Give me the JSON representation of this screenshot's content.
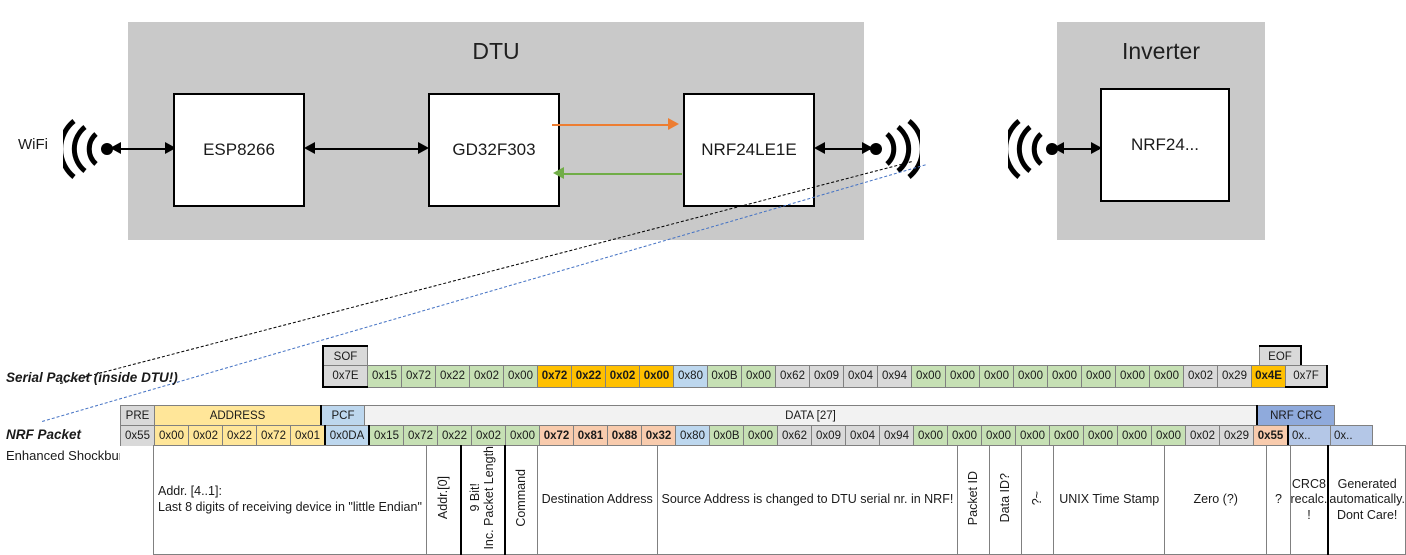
{
  "diagram": {
    "dtu": {
      "title": "DTU",
      "chips": [
        "ESP8266",
        "GD32F303",
        "NRF24LE1E"
      ],
      "wifi_label": "WiFi"
    },
    "inverter": {
      "title": "Inverter",
      "chips": [
        "NRF24..."
      ]
    },
    "colors": {
      "enclosure": "#c9c9c9",
      "tx_arrow": "#ED7D31",
      "rx_arrow": "#70AD47",
      "callout_black": "#000000",
      "callout_blue": "#4472C4"
    }
  },
  "serial_packet": {
    "label": "Serial Packet (inside DTU!)",
    "sof_header": "SOF",
    "eof_header": "EOF",
    "sof_value": "0x7E",
    "eof_value": "0x7F",
    "bytes": [
      {
        "v": "0x15",
        "c": "c-green"
      },
      {
        "v": "0x72",
        "c": "c-green"
      },
      {
        "v": "0x22",
        "c": "c-green"
      },
      {
        "v": "0x02",
        "c": "c-green"
      },
      {
        "v": "0x00",
        "c": "c-green"
      },
      {
        "v": "0x72",
        "c": "c-orange"
      },
      {
        "v": "0x22",
        "c": "c-orange"
      },
      {
        "v": "0x02",
        "c": "c-orange"
      },
      {
        "v": "0x00",
        "c": "c-orange"
      },
      {
        "v": "0x80",
        "c": "c-blue"
      },
      {
        "v": "0x0B",
        "c": "c-green"
      },
      {
        "v": "0x00",
        "c": "c-green"
      },
      {
        "v": "0x62",
        "c": "c-gray"
      },
      {
        "v": "0x09",
        "c": "c-gray"
      },
      {
        "v": "0x04",
        "c": "c-gray"
      },
      {
        "v": "0x94",
        "c": "c-gray"
      },
      {
        "v": "0x00",
        "c": "c-green"
      },
      {
        "v": "0x00",
        "c": "c-green"
      },
      {
        "v": "0x00",
        "c": "c-green"
      },
      {
        "v": "0x00",
        "c": "c-green"
      },
      {
        "v": "0x00",
        "c": "c-green"
      },
      {
        "v": "0x00",
        "c": "c-green"
      },
      {
        "v": "0x00",
        "c": "c-green"
      },
      {
        "v": "0x00",
        "c": "c-green"
      },
      {
        "v": "0x02",
        "c": "c-gray"
      },
      {
        "v": "0x29",
        "c": "c-gray"
      },
      {
        "v": "0x4E",
        "c": "c-orange"
      }
    ]
  },
  "nrf_packet": {
    "label": "NRF Packet",
    "sublabel": "Enhanced Shockburst",
    "headers": {
      "pre": "PRE",
      "address": "ADDRESS",
      "pcf": "PCF",
      "data": "DATA [27]",
      "crc": "NRF CRC"
    },
    "pre_value": "0x55",
    "address_values": [
      "0x00",
      "0x02",
      "0x22",
      "0x72",
      "0x01"
    ],
    "pcf_value": "0x0DA",
    "bytes": [
      {
        "v": "0x15",
        "c": "c-green"
      },
      {
        "v": "0x72",
        "c": "c-green"
      },
      {
        "v": "0x22",
        "c": "c-green"
      },
      {
        "v": "0x02",
        "c": "c-green"
      },
      {
        "v": "0x00",
        "c": "c-green"
      },
      {
        "v": "0x72",
        "c": "c-salmon"
      },
      {
        "v": "0x81",
        "c": "c-salmon"
      },
      {
        "v": "0x88",
        "c": "c-salmon"
      },
      {
        "v": "0x32",
        "c": "c-salmon"
      },
      {
        "v": "0x80",
        "c": "c-blue"
      },
      {
        "v": "0x0B",
        "c": "c-green"
      },
      {
        "v": "0x00",
        "c": "c-green"
      },
      {
        "v": "0x62",
        "c": "c-gray"
      },
      {
        "v": "0x09",
        "c": "c-gray"
      },
      {
        "v": "0x04",
        "c": "c-gray"
      },
      {
        "v": "0x94",
        "c": "c-gray"
      },
      {
        "v": "0x00",
        "c": "c-green"
      },
      {
        "v": "0x00",
        "c": "c-green"
      },
      {
        "v": "0x00",
        "c": "c-green"
      },
      {
        "v": "0x00",
        "c": "c-green"
      },
      {
        "v": "0x00",
        "c": "c-green"
      },
      {
        "v": "0x00",
        "c": "c-green"
      },
      {
        "v": "0x00",
        "c": "c-green"
      },
      {
        "v": "0x00",
        "c": "c-green"
      },
      {
        "v": "0x02",
        "c": "c-gray"
      },
      {
        "v": "0x29",
        "c": "c-gray"
      },
      {
        "v": "0x55",
        "c": "c-salmon"
      }
    ],
    "crc_values": [
      "0x..",
      "0x.."
    ],
    "descriptions": {
      "address": "Addr. [4..1]:\nLast 8 digits of receiving device in \"little Endian\"",
      "addr0": "Addr.[0]",
      "pcf": "9 Bit!\nInc. Packet Length",
      "command": "Command",
      "destination": "Destination Address",
      "source": "Source Address is changed to DTU serial nr. in NRF!",
      "packet_id": "Packet ID",
      "data_id": "Data ID?",
      "tilde": "?~",
      "unix": "UNIX Time Stamp",
      "zero": "Zero (?)",
      "question": "?",
      "crc8": "CRC8 recalc. !",
      "nrf_crc": "Generated automatically. Dont Care!"
    }
  }
}
